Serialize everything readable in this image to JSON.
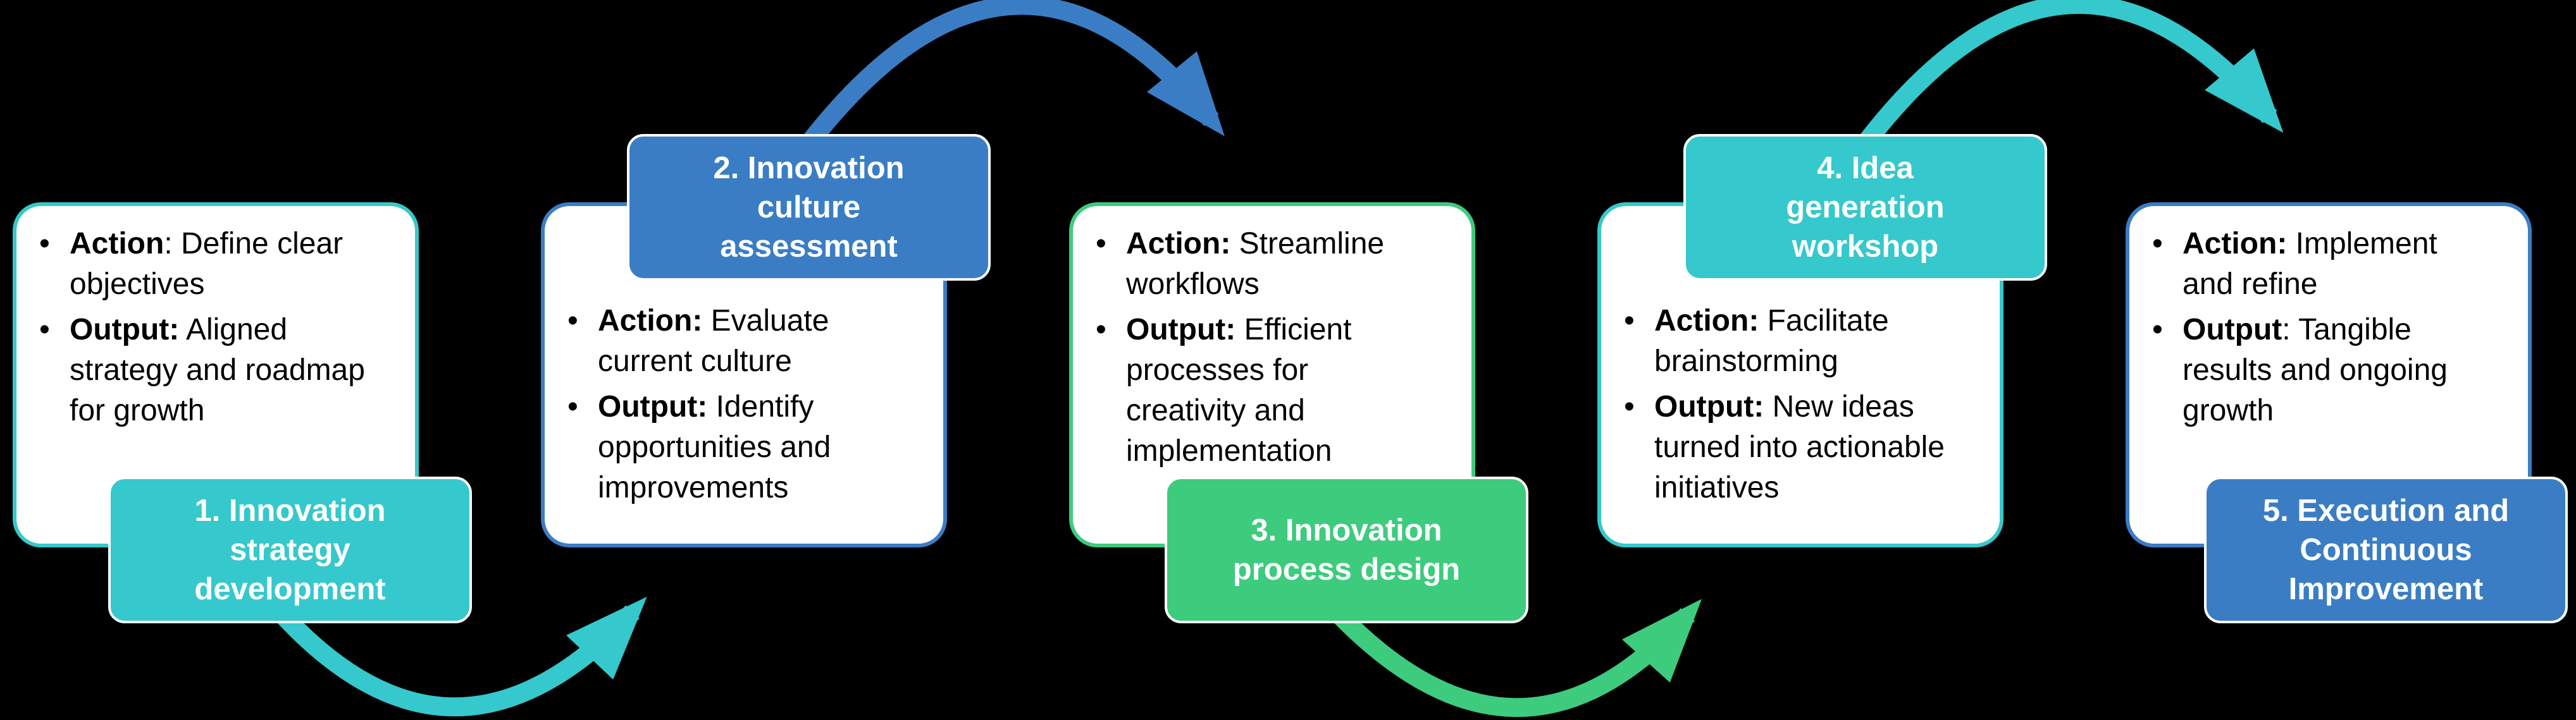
{
  "colors": {
    "teal": "#35C8CC",
    "blue": "#3A7DC4",
    "green": "#3DCB7D",
    "page-bg": "#000000",
    "card-bg": "#FFFFFF",
    "body-text": "#000000",
    "label-text": "#FFFFFF",
    "label-border": "#FFFFFF"
  },
  "bullet_char": "•",
  "steps": [
    {
      "label": "1. Innovation\nstrategy\ndevelopment",
      "color": "teal",
      "label_position": "bottom",
      "bullets": [
        {
          "emphasis": "Action",
          "text": ": Define clear\nobjectives"
        },
        {
          "emphasis": "Output:",
          "text": " Aligned\nstrategy and roadmap\nfor growth"
        }
      ]
    },
    {
      "label": "2. Innovation\nculture\nassessment",
      "color": "blue",
      "label_position": "top",
      "bullets": [
        {
          "emphasis": "Action:",
          "text": " Evaluate\ncurrent culture"
        },
        {
          "emphasis": "Output:",
          "text": " Identify\nopportunities and\nimprovements"
        }
      ]
    },
    {
      "label": "3. Innovation\nprocess design",
      "color": "green",
      "label_position": "bottom",
      "bullets": [
        {
          "emphasis": "Action:",
          "text": " Streamline\nworkflows"
        },
        {
          "emphasis": "Output:",
          "text": " Efficient\nprocesses for\ncreativity and\nimplementation"
        }
      ]
    },
    {
      "label": "4. Idea\ngeneration\nworkshop",
      "color": "teal",
      "label_position": "top",
      "bullets": [
        {
          "emphasis": "Action:",
          "text": " Facilitate\nbrainstorming"
        },
        {
          "emphasis": "Output:",
          "text": " New ideas\nturned into actionable\ninitiatives"
        }
      ]
    },
    {
      "label": "5. Execution and\nContinuous\nImprovement",
      "color": "blue",
      "label_position": "bottom",
      "bullets": [
        {
          "emphasis": "Action:",
          "text": " Implement\nand refine"
        },
        {
          "emphasis": "Output",
          "text": ": Tangible\nresults and ongoing\ngrowth"
        }
      ]
    }
  ],
  "connectors": [
    {
      "from": "1",
      "to": "2",
      "color": "teal",
      "arc": "bottom"
    },
    {
      "from": "2",
      "to": "3",
      "color": "blue",
      "arc": "top"
    },
    {
      "from": "3",
      "to": "4",
      "color": "green",
      "arc": "bottom"
    },
    {
      "from": "4",
      "to": "5",
      "color": "teal",
      "arc": "top"
    }
  ]
}
